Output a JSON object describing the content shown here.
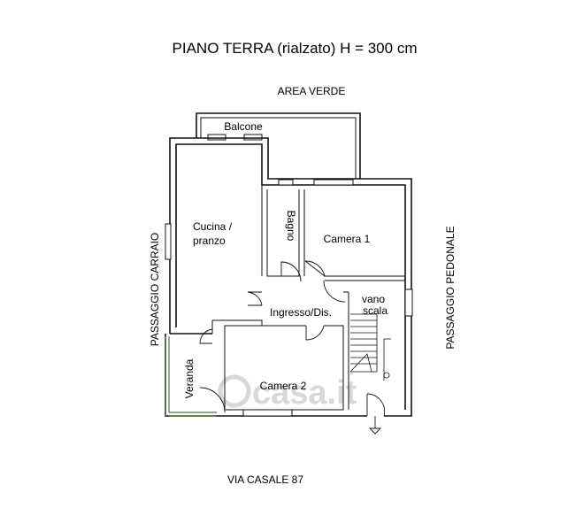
{
  "title": "PIANO TERRA (rialzato) H = 300 cm",
  "labels": {
    "area_verde": "AREA VERDE",
    "passaggio_carraio": "PASSAGGIO CARRAIO",
    "passaggio_pedonale": "PASSAGGIO PEDONALE",
    "via": "VIA CASALE 87"
  },
  "rooms": {
    "balcone": "Balcone",
    "cucina_line1": "Cucina /",
    "cucina_line2": "pranzo",
    "bagno": "Bagno",
    "camera1": "Camera 1",
    "ingresso": "Ingresso/Dis.",
    "vano_line1": "vano",
    "vano_line2": "scala",
    "veranda": "Veranda",
    "camera2": "Camera 2"
  },
  "watermark": "casa.it",
  "colors": {
    "walls": "#111111",
    "veranda": "#4a7a3a",
    "watermark": "#d8d8d8"
  }
}
